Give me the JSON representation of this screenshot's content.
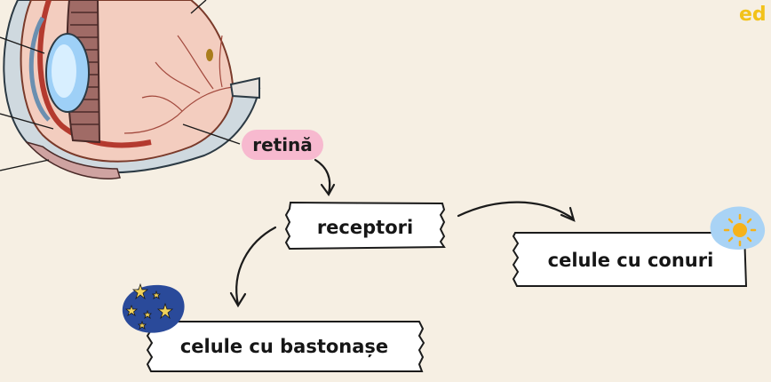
{
  "brand": "ed",
  "diagram": {
    "retina_label": "retină",
    "receptors_label": "receptori",
    "cones_label": "celule cu conuri",
    "rods_label": "celule cu bastonașe"
  },
  "colors": {
    "background": "#f6efe3",
    "retina_tag": "#f7b9cf",
    "cones_badge": "#a9d3f5",
    "rods_badge": "#2a4a9a",
    "brand": "#f2c21a"
  },
  "icons": [
    "eye-anatomy-illustration",
    "sun-icon",
    "stars-icon",
    "arrow-icon"
  ]
}
